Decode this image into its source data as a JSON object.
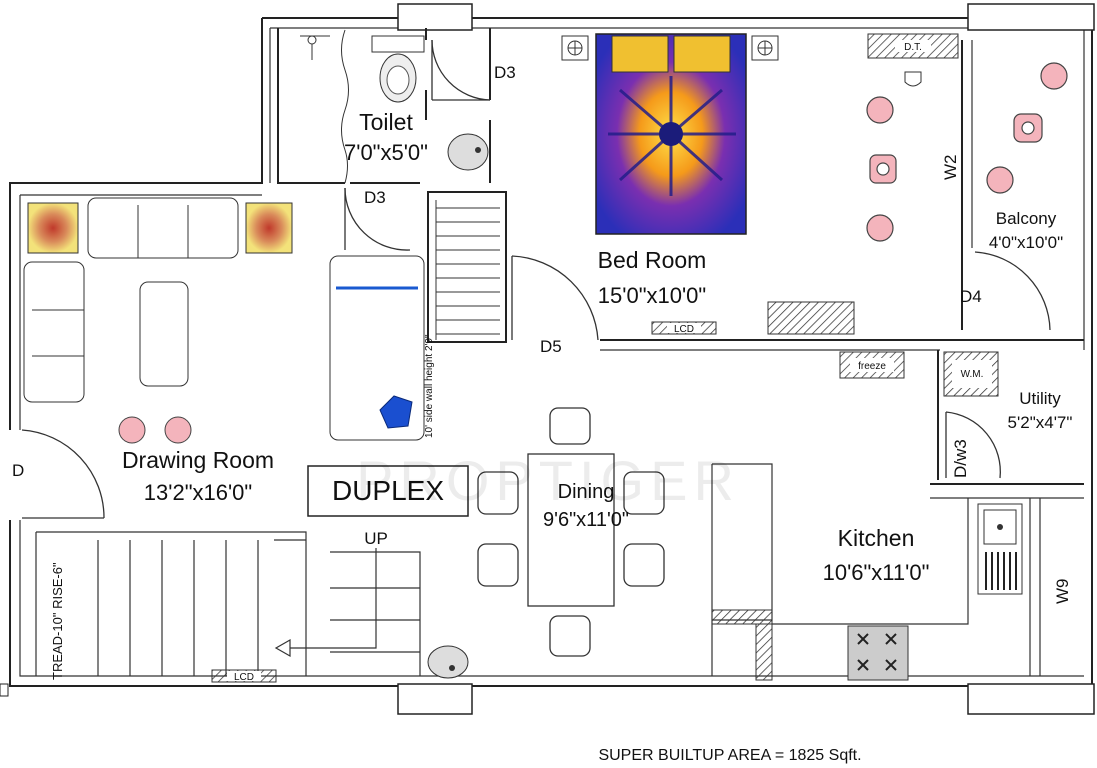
{
  "rooms": {
    "toilet": {
      "name": "Toilet",
      "size": "7'0\"x5'0\""
    },
    "bedroom": {
      "name": "Bed Room",
      "size": "15'0\"x10'0\""
    },
    "balcony": {
      "name": "Balcony",
      "size": "4'0\"x10'0\""
    },
    "drawing": {
      "name": "Drawing Room",
      "size": "13'2\"x16'0\""
    },
    "dining": {
      "name": "Dining",
      "size": "9'6\"x11'0\""
    },
    "kitchen": {
      "name": "Kitchen",
      "size": "10'6\"x11'0\""
    },
    "utility": {
      "name": "Utility",
      "size": "5'2\"x4'7\""
    }
  },
  "doors": {
    "d3_top": "D3",
    "d3_left": "D3",
    "d4": "D4",
    "d5": "D5",
    "d_left": "D",
    "dw3": "D/w3"
  },
  "windows": {
    "w2": "W2",
    "w9": "W9"
  },
  "fixtures": {
    "dt": "D.T.",
    "lcd_bed": "LCD",
    "lcd_stair": "LCD",
    "freeze": "freeze",
    "wm": "W.M.",
    "wall_note": "10' side wall height 2'9\""
  },
  "stair": {
    "up": "UP",
    "tread_rise": "TREAD-10\" RISE-6\""
  },
  "banner": "DUPLEX",
  "watermark": "PROPTIGER",
  "footer": "SUPER BUILTUP AREA = 1825 Sqft."
}
